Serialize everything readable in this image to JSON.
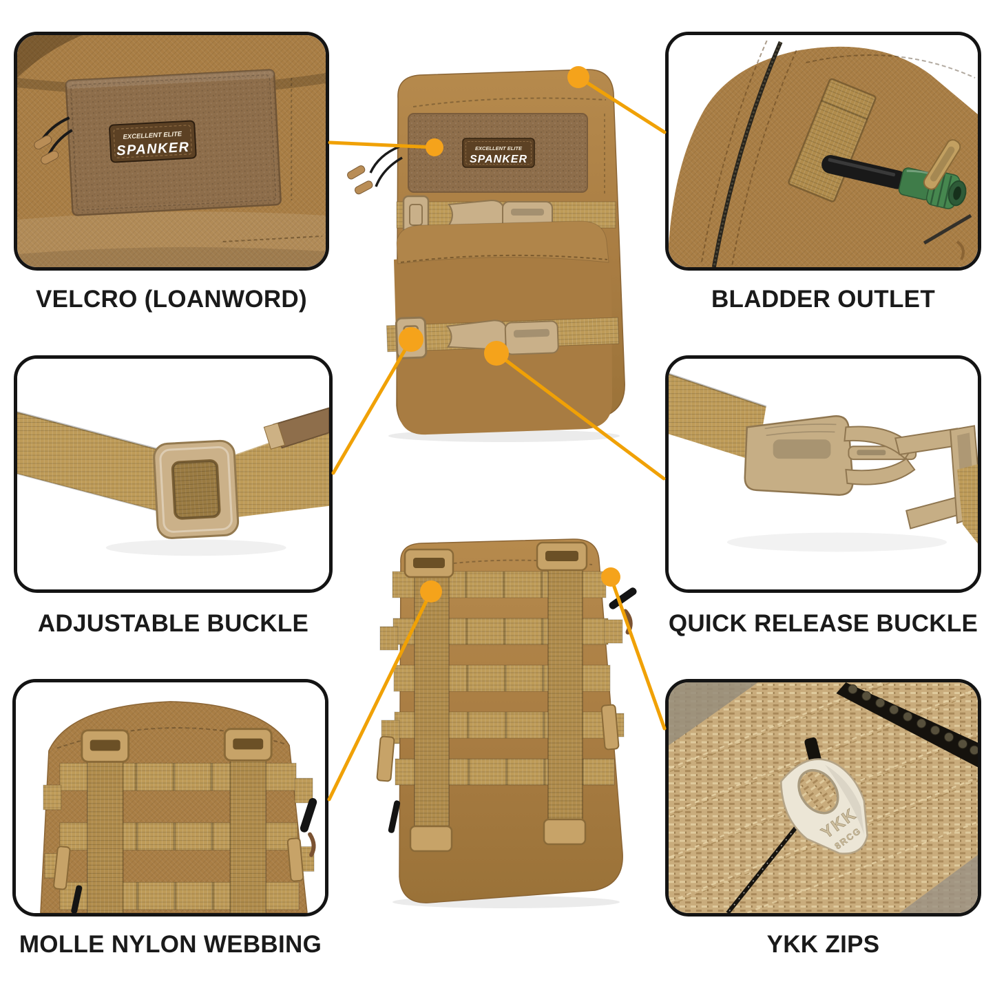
{
  "title": "Tactical hydration pouch feature infographic",
  "colors": {
    "background": "#ffffff",
    "accent_dot": "#F5A31B",
    "accent_line": "#F0A106",
    "card_border": "#141414",
    "label_text": "#1a1a1a",
    "bag_tan": "#A97E45",
    "webbing_tan": "#BE9B58",
    "buckle_tan": "#C9B089",
    "valve_green": "#46874F",
    "zipper_black": "#15120D"
  },
  "brand_patch": {
    "line1": "EXCELLENT ELITE",
    "line2": "SPANKER"
  },
  "zipper_pull_text": {
    "line1": "YKK",
    "line2": "8RCG"
  },
  "feature_cards": [
    {
      "id": "velcro",
      "label": "VELCRO (LOANWORD)",
      "position": "top-left"
    },
    {
      "id": "bladder-outlet",
      "label": "BLADDER OUTLET",
      "position": "top-right"
    },
    {
      "id": "adjustable-buckle",
      "label": "ADJUSTABLE BUCKLE",
      "position": "middle-left"
    },
    {
      "id": "quick-release-buckle",
      "label": "QUICK RELEASE BUCKLE",
      "position": "middle-right"
    },
    {
      "id": "molle-webbing",
      "label": "MOLLE NYLON WEBBING",
      "position": "bottom-left"
    },
    {
      "id": "ykk-zips",
      "label": "YKK ZIPS",
      "position": "bottom-right"
    }
  ],
  "callouts": [
    {
      "feature": "velcro",
      "anchor": "front-bag velcro panel"
    },
    {
      "feature": "bladder-outlet",
      "anchor": "front-bag top edge"
    },
    {
      "feature": "adjustable-buckle",
      "anchor": "front-bag lower strap slider"
    },
    {
      "feature": "quick-release-buckle",
      "anchor": "front-bag lower strap buckle"
    },
    {
      "feature": "molle-webbing",
      "anchor": "back-bag left molle strap"
    },
    {
      "feature": "ykk-zips",
      "anchor": "back-bag top right zipper"
    }
  ]
}
